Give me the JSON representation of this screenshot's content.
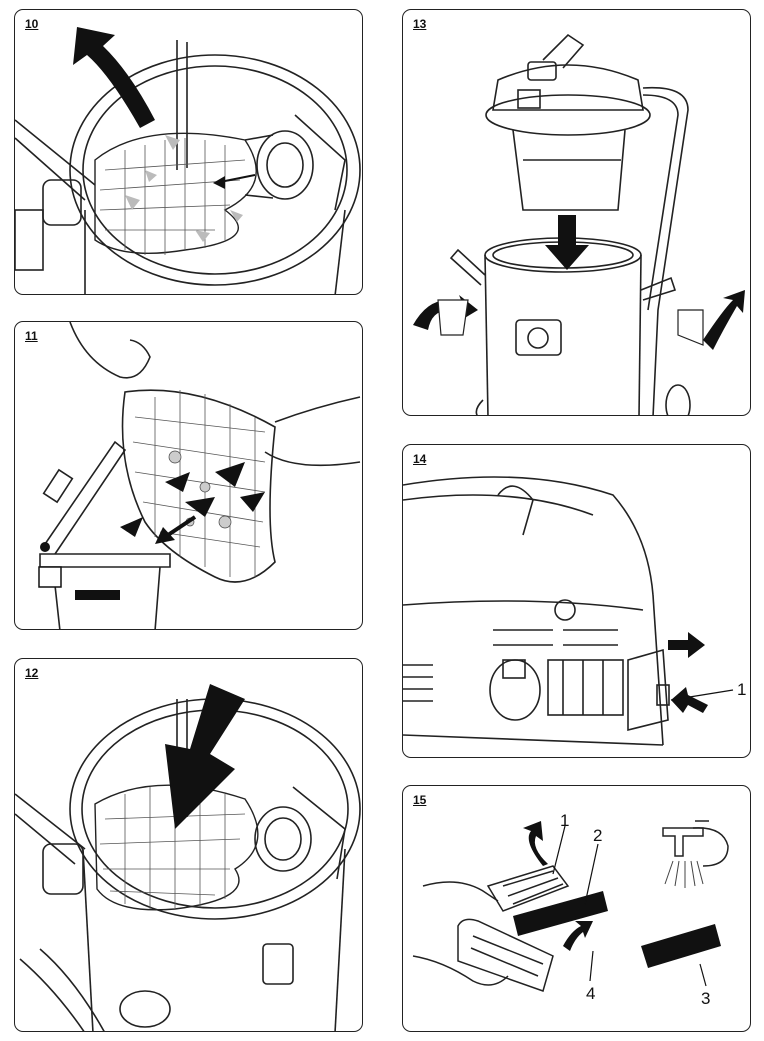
{
  "panels": [
    {
      "number": "10"
    },
    {
      "number": "11"
    },
    {
      "number": "12"
    },
    {
      "number": "13"
    },
    {
      "number": "14",
      "callouts": [
        "1"
      ]
    },
    {
      "number": "15",
      "callouts": [
        "1",
        "2",
        "3",
        "4"
      ]
    }
  ],
  "icons": {
    "trash_bin": "disposal-bin-icon",
    "tap": "water-tap-icon"
  }
}
